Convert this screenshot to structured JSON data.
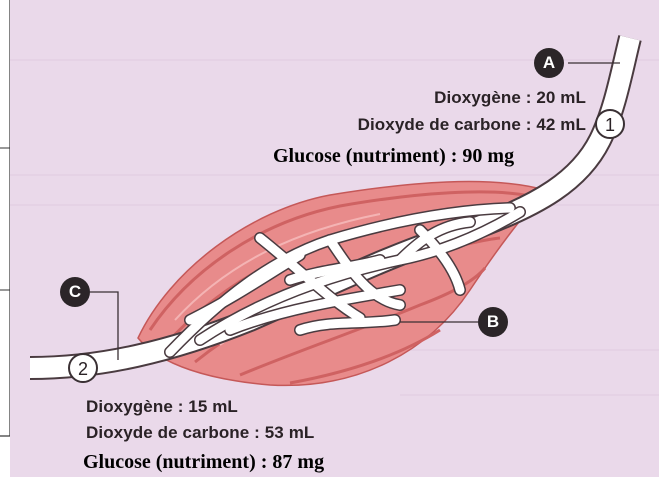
{
  "colors": {
    "background": "#ead9ea",
    "vessel": "#ffffff",
    "muscle": "#e88b8b",
    "muscle_stripe": "#cf6262",
    "badge": "#2b2528"
  },
  "markers": {
    "a": "A",
    "b": "B",
    "c": "C",
    "point1": "1",
    "point2": "2"
  },
  "entry": {
    "oxygen": "Dioxygène : 20 mL",
    "co2": "Dioxyde de carbone : 42 mL",
    "glucose": "Glucose (nutriment) : 90 mg"
  },
  "exit": {
    "oxygen": "Dioxygène : 15 mL",
    "co2": "Dioxyde de carbone : 53 mL",
    "glucose": "Glucose (nutriment) : 87 mg"
  }
}
